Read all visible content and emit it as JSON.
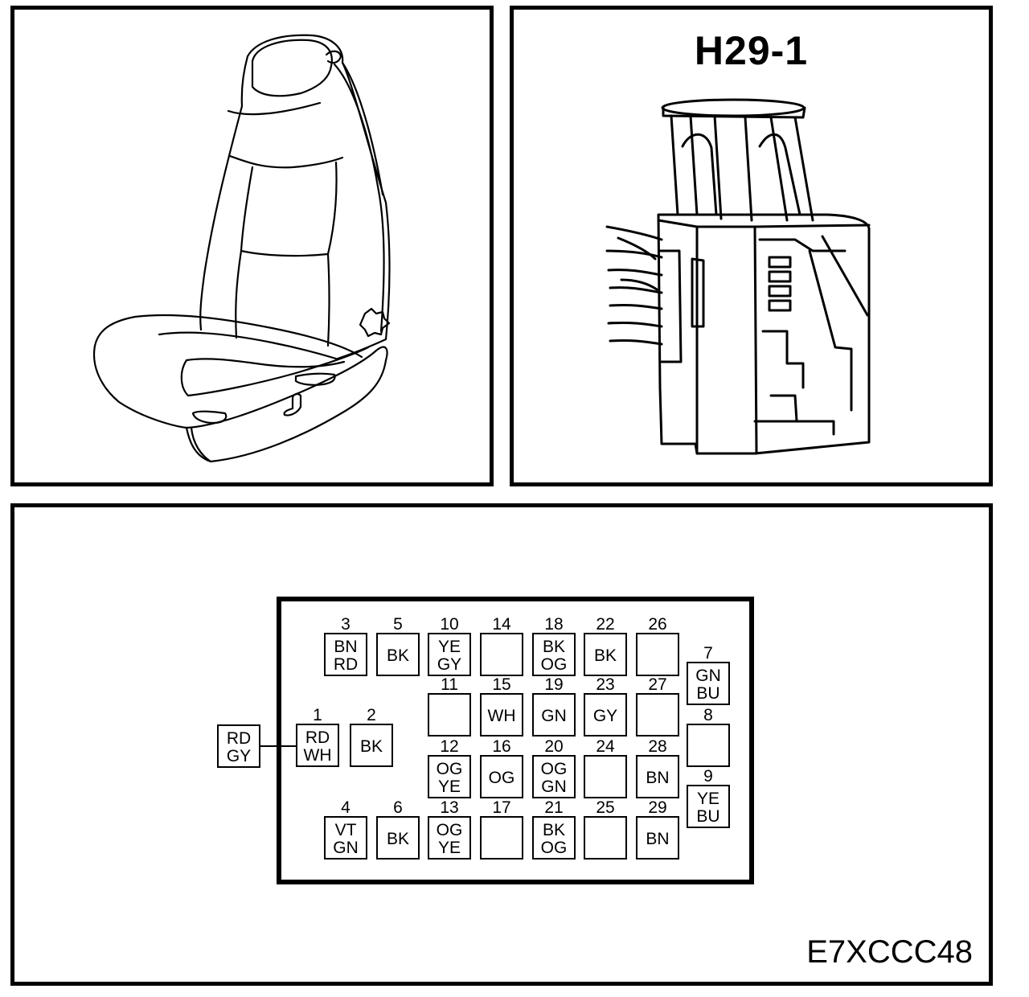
{
  "connector": {
    "title": "H29-1"
  },
  "figure_code": "E7XCCC48",
  "external_wire": [
    "RD",
    "GY"
  ],
  "pins": [
    {
      "num": "3",
      "colors": [
        "BN",
        "RD"
      ]
    },
    {
      "num": "5",
      "colors": [
        "BK"
      ]
    },
    {
      "num": "10",
      "colors": [
        "YE",
        "GY"
      ]
    },
    {
      "num": "14",
      "colors": []
    },
    {
      "num": "18",
      "colors": [
        "BK",
        "OG"
      ]
    },
    {
      "num": "22",
      "colors": [
        "BK"
      ]
    },
    {
      "num": "26",
      "colors": []
    },
    {
      "num": "7",
      "colors": [
        "GN",
        "BU"
      ]
    },
    {
      "num": "11",
      "colors": []
    },
    {
      "num": "15",
      "colors": [
        "WH"
      ]
    },
    {
      "num": "19",
      "colors": [
        "GN"
      ]
    },
    {
      "num": "23",
      "colors": [
        "GY"
      ]
    },
    {
      "num": "27",
      "colors": []
    },
    {
      "num": "8",
      "colors": []
    },
    {
      "num": "1",
      "colors": [
        "RD",
        "WH"
      ]
    },
    {
      "num": "2",
      "colors": [
        "BK"
      ]
    },
    {
      "num": "12",
      "colors": [
        "OG",
        "YE"
      ]
    },
    {
      "num": "16",
      "colors": [
        "OG"
      ]
    },
    {
      "num": "20",
      "colors": [
        "OG",
        "GN"
      ]
    },
    {
      "num": "24",
      "colors": []
    },
    {
      "num": "28",
      "colors": [
        "BN"
      ]
    },
    {
      "num": "9",
      "colors": [
        "YE",
        "BU"
      ]
    },
    {
      "num": "4",
      "colors": [
        "VT",
        "GN"
      ]
    },
    {
      "num": "6",
      "colors": [
        "BK"
      ]
    },
    {
      "num": "13",
      "colors": [
        "OG",
        "YE"
      ]
    },
    {
      "num": "17",
      "colors": []
    },
    {
      "num": "21",
      "colors": [
        "BK",
        "OG"
      ]
    },
    {
      "num": "25",
      "colors": []
    },
    {
      "num": "29",
      "colors": [
        "BN"
      ]
    }
  ]
}
